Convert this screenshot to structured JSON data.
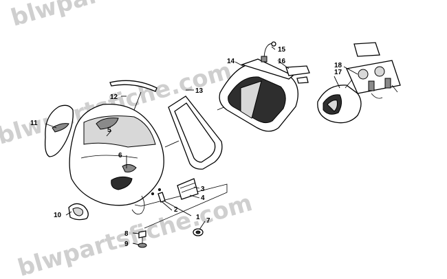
{
  "watermark": {
    "top": "blwpartsfiche.com",
    "middle": "blwpartsfiche.com",
    "bottom": "blwpartsfiche.com"
  },
  "callouts": [
    {
      "id": "1",
      "label": "1"
    },
    {
      "id": "2",
      "label": "2"
    },
    {
      "id": "3",
      "label": "3"
    },
    {
      "id": "4",
      "label": "4"
    },
    {
      "id": "5",
      "label": "5"
    },
    {
      "id": "6",
      "label": "6"
    },
    {
      "id": "7",
      "label": "7"
    },
    {
      "id": "8",
      "label": "8"
    },
    {
      "id": "9",
      "label": "9"
    },
    {
      "id": "10",
      "label": "10"
    },
    {
      "id": "11",
      "label": "11"
    },
    {
      "id": "12",
      "label": "12"
    },
    {
      "id": "13",
      "label": "13"
    },
    {
      "id": "14",
      "label": "14"
    },
    {
      "id": "15",
      "label": "15"
    },
    {
      "id": "16",
      "label": "16"
    },
    {
      "id": "17",
      "label": "17"
    },
    {
      "id": "18",
      "label": "18"
    }
  ]
}
